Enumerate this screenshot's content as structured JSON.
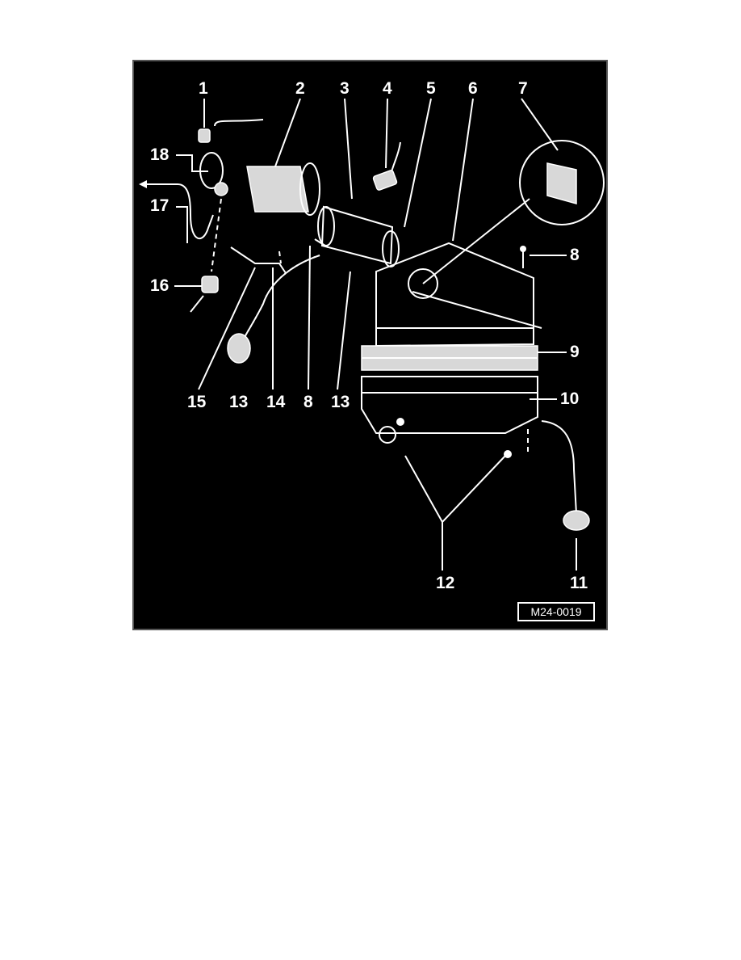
{
  "diagram": {
    "reference_code": "M24-0019",
    "callouts": {
      "c1": "1",
      "c2": "2",
      "c3": "3",
      "c4": "4",
      "c5": "5",
      "c6": "6",
      "c7": "7",
      "c8_top": "8",
      "c9": "9",
      "c10": "10",
      "c11": "11",
      "c12": "12",
      "c13_left": "13",
      "c14": "14",
      "c8_bottom": "8",
      "c13_right": "13",
      "c15": "15",
      "c16": "16",
      "c17": "17",
      "c18": "18"
    },
    "colors": {
      "background": "#000000",
      "ink": "#ffffff"
    }
  }
}
